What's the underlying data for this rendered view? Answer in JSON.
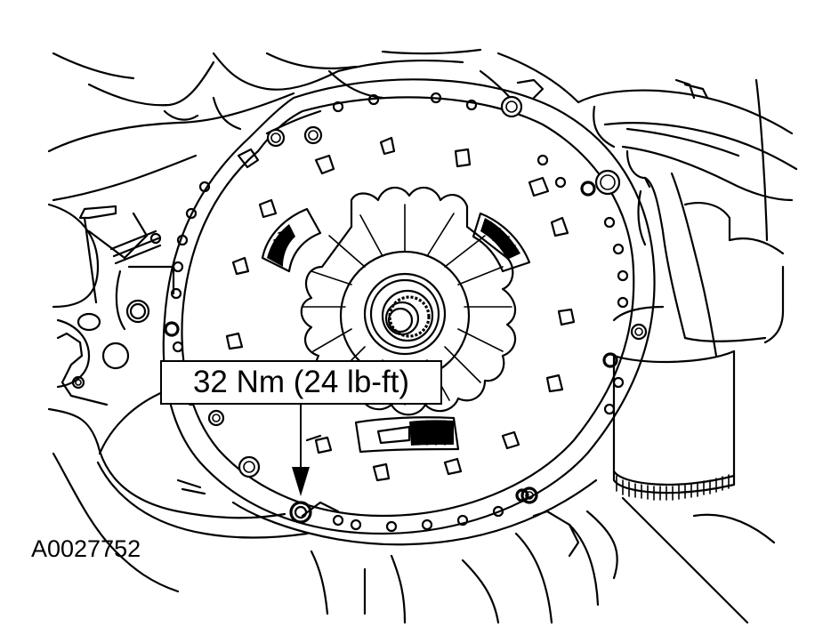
{
  "figure": {
    "id": "A0027752",
    "type": "service-manual line illustration",
    "subject": "clutch pressure plate bolted to flywheel",
    "colors": {
      "line": "#000000",
      "background": "#ffffff"
    }
  },
  "callout": {
    "label": "32 Nm (24 lb-ft)",
    "points_to": "pressure plate retaining bolt"
  }
}
